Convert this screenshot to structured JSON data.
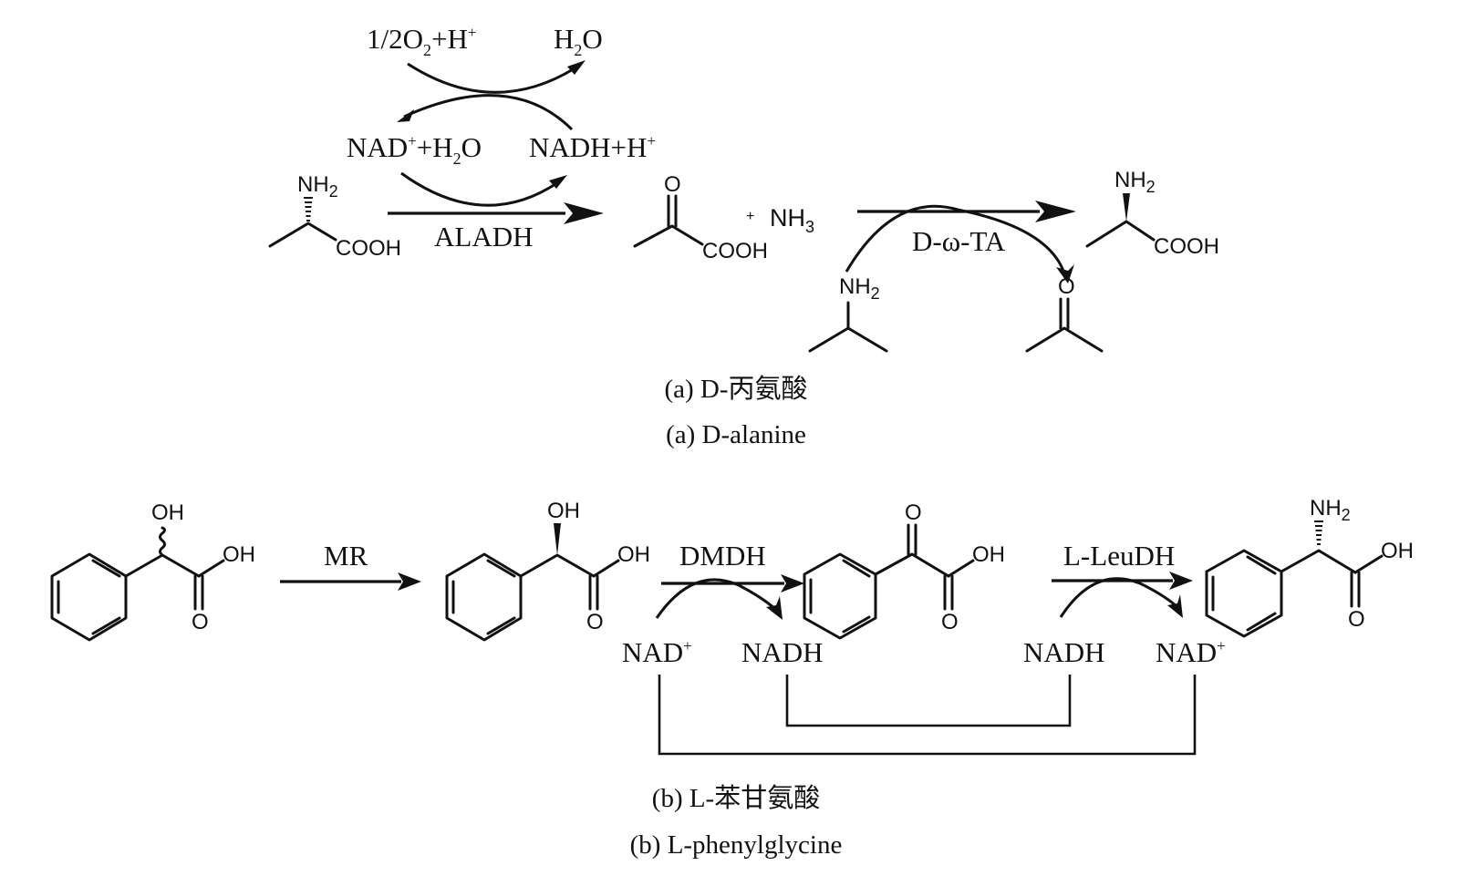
{
  "diagram": {
    "panel_a": {
      "cofactor_cycle": {
        "oxygen_input": "1/2O₂+H⁺",
        "water_output": "H₂O",
        "nad_plus": "NAD⁺+H₂O",
        "nadh": "NADH+H⁺"
      },
      "reaction_1": {
        "substrate": "L-alanine",
        "substrate_groups": [
          "NH₂",
          "COOH"
        ],
        "enzyme": "ALADH",
        "product": "pyruvate",
        "product_groups": [
          "O",
          "COOH"
        ],
        "byproduct": "NH₃"
      },
      "reaction_2": {
        "enzyme": "D-ω-TA",
        "amine_donor": "isopropylamine",
        "amine_donor_groups": [
          "NH₂"
        ],
        "coproduct": "acetone",
        "coproduct_groups": [
          "O"
        ],
        "product": "D-alanine",
        "product_groups": [
          "NH₂",
          "COOH"
        ]
      },
      "caption_cn": "(a) D-丙氨酸",
      "caption_en": "(a) D-alanine"
    },
    "panel_b": {
      "steps": [
        {
          "enzyme": "MR",
          "substrate": "racemic mandelic acid",
          "product": "(R)-mandelic acid"
        },
        {
          "enzyme": "DMDH",
          "cofactor_in": "NAD⁺",
          "cofactor_out": "NADH",
          "product": "benzoylformic acid"
        },
        {
          "enzyme": "L-LeuDH",
          "cofactor_in": "NADH",
          "cofactor_out": "NAD⁺",
          "product": "L-phenylglycine"
        }
      ],
      "atom_labels": {
        "oh": "OH",
        "o": "O",
        "nh2": "NH₂"
      },
      "cofactors": {
        "dmdh_in": "NAD",
        "dmdh_out": "NADH",
        "leudh_in": "NADH",
        "leudh_out": "NAD",
        "plus": "+"
      },
      "caption_cn": "(b) L-苯甘氨酸",
      "caption_en": "(b) L-phenylglycine"
    },
    "labels": {
      "o2": "1/2O",
      "o2_sub": "2",
      "o2_rest": "+H",
      "plus": "+",
      "h2o_h": "H",
      "h2o_sub": "2",
      "h2o_o": "O",
      "nad": "NAD",
      "nad_rest": "+H",
      "nadh_h": "NADH+H",
      "aladh": "ALADH",
      "dwta": "D-ω-TA",
      "nh": "NH",
      "nh_sub": "2",
      "nh3_plus": "+",
      "nh3": "NH",
      "nh3_sub": "3",
      "cooh": "COOH",
      "o": "O",
      "oh": "OH",
      "mr": "MR",
      "dmdh": "DMDH",
      "leudh": "L-LeuDH"
    }
  }
}
